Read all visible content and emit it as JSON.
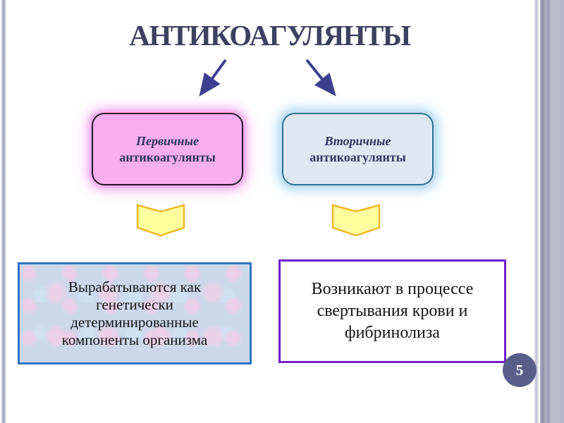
{
  "slide": {
    "title": "АНТИКОАГУЛЯНТЫ",
    "page_number": "5",
    "nodes": {
      "primary": {
        "line1": "Первичные",
        "line2": "антикоагулянты"
      },
      "secondary": {
        "line1": "Вторичные",
        "line2": "антикоагулянты"
      }
    },
    "descriptions": {
      "primary": "Вырабатываются как генетически детерминированные компоненты организма",
      "secondary": "Возникают в процессе свертывания крови и фибринолиза"
    },
    "icons": {
      "arrow_left": "arrow-down-left-icon",
      "arrow_right": "arrow-down-right-icon",
      "chevron": "chevron-down-icon"
    },
    "colors": {
      "title_text": "#3e4060",
      "arrow": "#3d3f8f",
      "primary_node_fill": "#f6aef1",
      "primary_node_border": "#241527",
      "primary_node_glow": "#f3a0ee",
      "secondary_node_fill": "#dde8f3",
      "secondary_node_border": "#2f7090",
      "secondary_node_glow": "#a8d6f3",
      "chevron_fill": "#ffff9e",
      "chevron_border": "#f2b72c",
      "desc_primary_border": "#2f74c4",
      "desc_primary_fill": "#cbd8ea",
      "desc_secondary_border": "#7120cb",
      "desc_secondary_fill": "#ffffff",
      "page_circle_fill": "#5a5f8a",
      "edge_bar": "#b0b0c4"
    }
  }
}
